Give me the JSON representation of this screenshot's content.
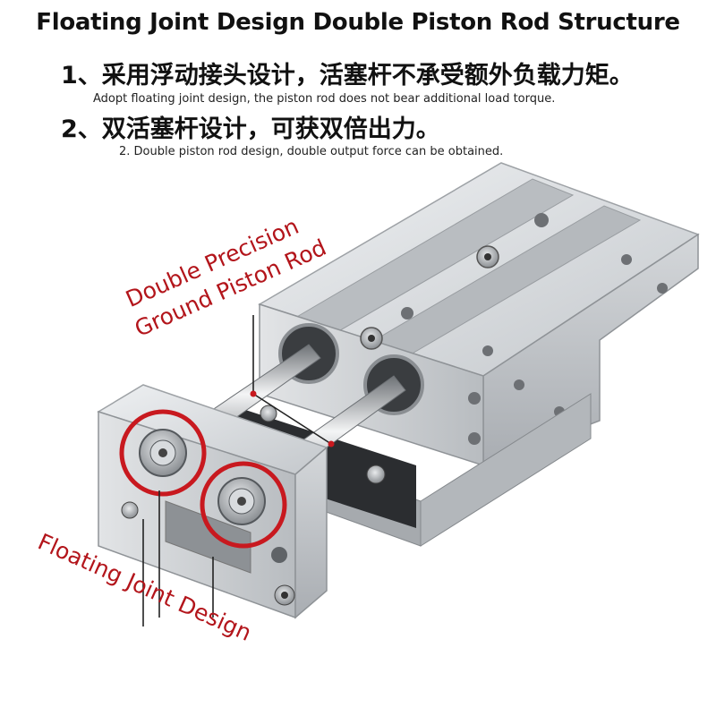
{
  "header": {
    "title": "Floating Joint Design Double Piston Rod Structure",
    "line1_cn": "1、采用浮动接头设计，活塞杆不承受额外负载力矩。",
    "line1_en": "Adopt floating joint design, the piston rod does not bear additional load torque.",
    "line2_cn": "2、双活塞杆设计，可获双倍出力。",
    "line2_en": "2. Double piston rod design, double output force can be obtained."
  },
  "callouts": {
    "rod_line1": "Double Precision",
    "rod_line2": "Ground Piston Rod",
    "joint": "Floating Joint Design"
  },
  "colors": {
    "accent_red": "#b3151b",
    "aluminum": "#c9ccd0"
  }
}
